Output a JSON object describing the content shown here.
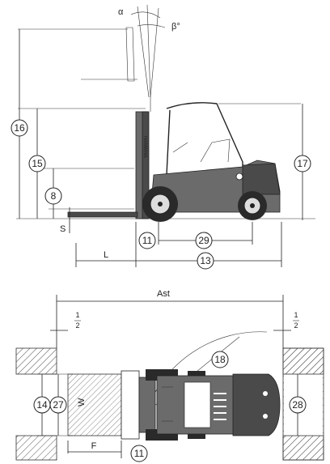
{
  "side_view": {
    "angles": {
      "tilt_forward": "α",
      "tilt_back": "β°"
    },
    "brand_text": "HANWHA",
    "labels": {
      "free_lift": "S",
      "overhang": "L"
    },
    "callouts": {
      "max_height": "16",
      "lift_height": "15",
      "free_lift": "8",
      "overhead_guard": "17",
      "front_overhang": "11",
      "wheelbase": "29",
      "overall_length": "13"
    }
  },
  "top_view": {
    "labels": {
      "aisle": "Ast",
      "clearance_num_left": "1",
      "clearance_den_left": "2",
      "clearance_num_right": "1",
      "clearance_den_right": "2",
      "pallet_width": "W",
      "fork_length": "F"
    },
    "callouts": {
      "turning_radius": "18",
      "width": "14",
      "fork_spread": "27",
      "track": "28",
      "front_overhang": "11"
    }
  }
}
